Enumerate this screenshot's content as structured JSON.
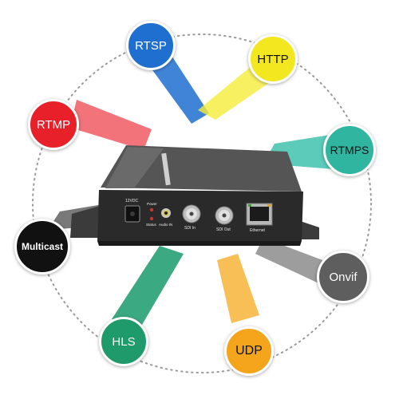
{
  "protocols": [
    {
      "key": "rtsp",
      "label": "RTSP",
      "color": "#1f6fd1"
    },
    {
      "key": "http",
      "label": "HTTP",
      "color": "#f3e81f"
    },
    {
      "key": "rtmp",
      "label": "RTMP",
      "color": "#e8202a"
    },
    {
      "key": "rtmps",
      "label": "RTMPS",
      "color": "#2fb5a0"
    },
    {
      "key": "multicast",
      "label": "Multicast",
      "color": "#111111"
    },
    {
      "key": "onvif",
      "label": "Onvif",
      "color": "#5e5e5e"
    },
    {
      "key": "hls",
      "label": "HLS",
      "color": "#1f9a6a"
    },
    {
      "key": "udp",
      "label": "UDP",
      "color": "#f5a51c"
    }
  ],
  "device": {
    "power_input": "12VDC",
    "power_led": "Power",
    "status_led": "Status",
    "audio_in": "Audio IN",
    "sdi_in": "SDI In",
    "sdi_out": "SDI Out",
    "ethernet": "Ethernet"
  }
}
